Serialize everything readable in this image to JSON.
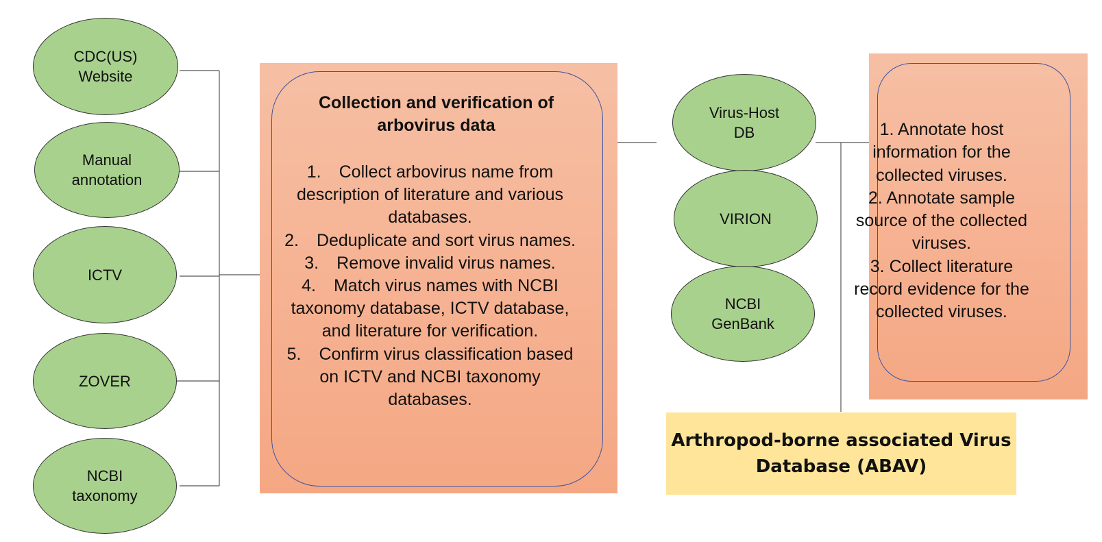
{
  "sources_left": [
    {
      "lines": [
        "CDC(US)",
        "Website"
      ]
    },
    {
      "lines": [
        "Manual",
        "annotation"
      ]
    },
    {
      "lines": [
        "ICTV"
      ]
    },
    {
      "lines": [
        "ZOVER"
      ]
    },
    {
      "lines": [
        "NCBI",
        "taxonomy"
      ]
    }
  ],
  "collection_box": {
    "title_lines": [
      "Collection and verification of",
      "arbovirus data"
    ],
    "steps": [
      {
        "num": "1.",
        "text": "Collect arbovirus name from description of literature and various databases."
      },
      {
        "num": "2.",
        "text": "Deduplicate and sort virus names."
      },
      {
        "num": "3.",
        "text": "Remove invalid virus names."
      },
      {
        "num": "4.",
        "text": "Match virus names with NCBI taxonomy database, ICTV database, and literature for verification."
      },
      {
        "num": "5.",
        "text": "Confirm virus classification based on  ICTV and NCBI taxonomy databases."
      }
    ]
  },
  "sources_middle": [
    {
      "lines": [
        "Virus-Host",
        "DB"
      ]
    },
    {
      "lines": [
        "VIRION"
      ]
    },
    {
      "lines": [
        "NCBI",
        "GenBank"
      ]
    }
  ],
  "annotation_box": {
    "steps": [
      "1. Annotate host information for the collected viruses.",
      "2. Annotate sample source of the collected viruses.",
      "3. Collect literature record evidence for the collected viruses."
    ]
  },
  "abav": {
    "lines": [
      "Arthropod-borne associated Virus",
      "Database (ABAV)"
    ]
  },
  "colors": {
    "ellipse_fill": "#a8d18d",
    "panel_fill": "#f6bfa4",
    "inner_border": "#3b55a0",
    "abav_fill": "#fee599"
  }
}
